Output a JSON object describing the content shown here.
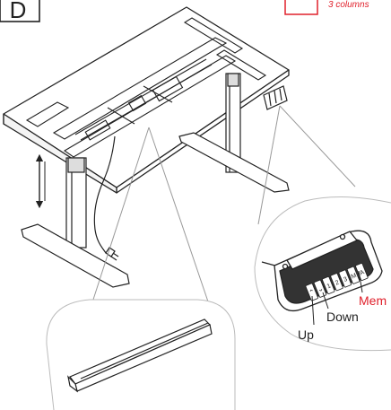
{
  "header": {
    "step_letter": "D",
    "note_text": "3 columns",
    "note_color": "#e0202b"
  },
  "callouts": {
    "up_label": "Up",
    "down_label": "Down",
    "memory_label": "Mem",
    "memory_color": "#e0202b"
  },
  "keypad": {
    "keys": [
      "⌃",
      "⌄",
      "1",
      "2",
      "3",
      "M",
      "A"
    ]
  },
  "icons": {
    "motion_arrow": "double-arrow-vertical-icon",
    "power_plug": "power-plug-icon"
  }
}
